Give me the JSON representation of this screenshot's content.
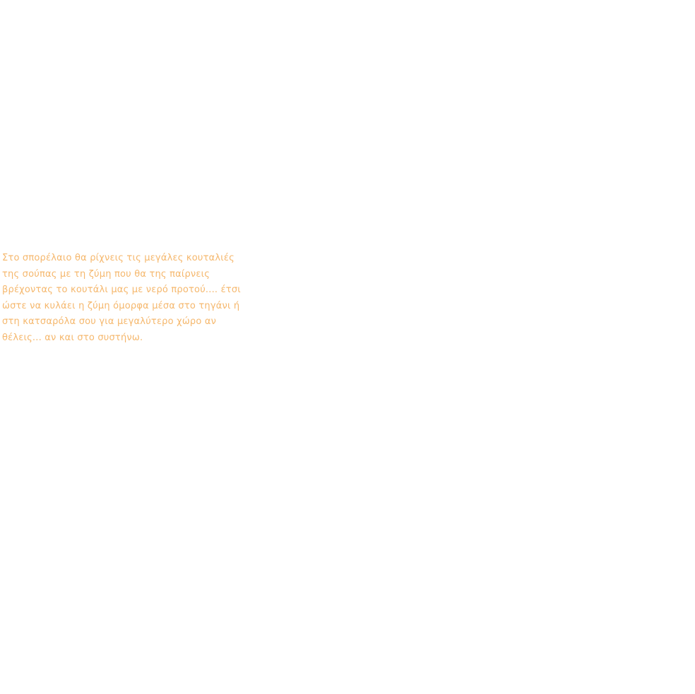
{
  "colors": {
    "background": "#ffffff",
    "text": "#f5b76c"
  },
  "paragraph": {
    "lines": [
      "Στο σπορέλαιο θα ρίχνεις τις μεγάλες κουταλιές",
      "της σούπας με τη ζύμη που θα της παίρνεις",
      "βρέχοντας το κουτάλι μας με νερό προτού.... έτσι",
      "ώστε να κυλάει η ζύμη όμορφα μέσα στο τηγάνι ή",
      "στη κατσαρόλα σου για μεγαλύτερο χώρο αν",
      "θέλεις... αν και στο συστήνω."
    ]
  }
}
